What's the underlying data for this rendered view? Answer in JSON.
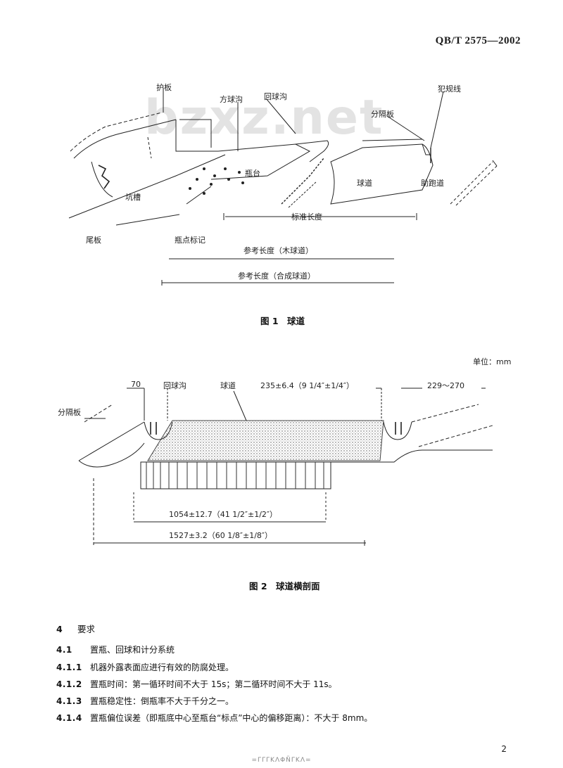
{
  "header": {
    "standard_no": "QB/T 2575—2002"
  },
  "watermark": "bzxz.net",
  "figure1": {
    "labels": {
      "guard": "护板",
      "square_gutter": "方球沟",
      "return_gutter": "回球沟",
      "stop_line": "犯规线",
      "divider": "分隔板",
      "pit": "坑槽",
      "deck": "瓶台",
      "lane": "球道",
      "approach": "助跑道",
      "rear_board": "尾板",
      "spot_marks": "瓶点标记",
      "standard_length": "标准长度",
      "ref_length_wood": "参考长度（木球道）",
      "ref_length_synthetic": "参考长度（合成球道）"
    },
    "caption": "图 1　球道"
  },
  "figure2": {
    "unit": "单位：mm",
    "labels": {
      "dim_70": "70",
      "return_gutter": "回球沟",
      "lane": "球道",
      "dim_235": "235±6.4（9 1/4″±1/4″）",
      "dim_229": "229～270",
      "divider": "分隔板",
      "dim_1054": "1054±12.7（41 1/2″±1/2″）",
      "dim_1527": "1527±3.2（60 1/8″±1/8″）"
    },
    "caption": "图 2　球道横剖面"
  },
  "section": {
    "number": "4",
    "title": "要求"
  },
  "clauses": [
    {
      "num": "4.1",
      "text": "置瓶、回球和计分系统"
    },
    {
      "num": "4.1.1",
      "text": "机器外露表面应进行有效的防腐处理。"
    },
    {
      "num": "4.1.2",
      "text": "置瓶时间：第一循环时间不大于 15s；第二循环时间不大于 11s。"
    },
    {
      "num": "4.1.3",
      "text": "置瓶稳定性：倒瓶率不大于千分之一。"
    },
    {
      "num": "4.1.4",
      "text": "置瓶偏位误差（即瓶底中心至瓶台“标点”中心的偏移距离）：不大于 8mm。"
    }
  ],
  "page_number": "2",
  "footer": "=ΓΓΓΚΛΦÑΓΚΛ="
}
